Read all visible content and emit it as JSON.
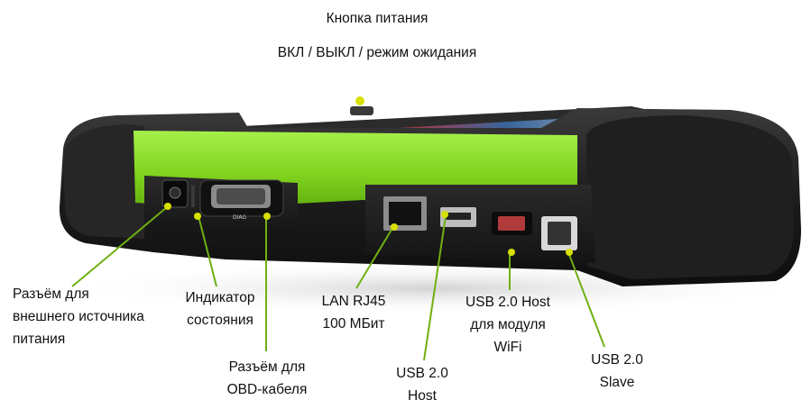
{
  "colors": {
    "accent": "#8fe22a",
    "marker": "#d8e000",
    "leader": "#6fb012",
    "body": "#1e1e1e"
  },
  "device": {
    "obd_port_text": "DIAG"
  },
  "labels": {
    "power_button": [
      "Кнопка питания",
      "ВКЛ / ВЫКЛ / режим ожидания"
    ],
    "external_power": [
      "Разъём для",
      "внешнего источника",
      "питания"
    ],
    "status_indicator": [
      "Индикатор",
      "состояния"
    ],
    "obd_connector": [
      "Разъём для",
      "OBD-кабеля"
    ],
    "lan": [
      "LAN RJ45",
      "100 МБит"
    ],
    "usb_host": [
      "USB 2.0",
      "Host"
    ],
    "usb_host_wifi": [
      "USB 2.0 Host",
      "для модуля",
      "WiFi"
    ],
    "usb_slave": [
      "USB 2.0",
      "Slave"
    ]
  }
}
